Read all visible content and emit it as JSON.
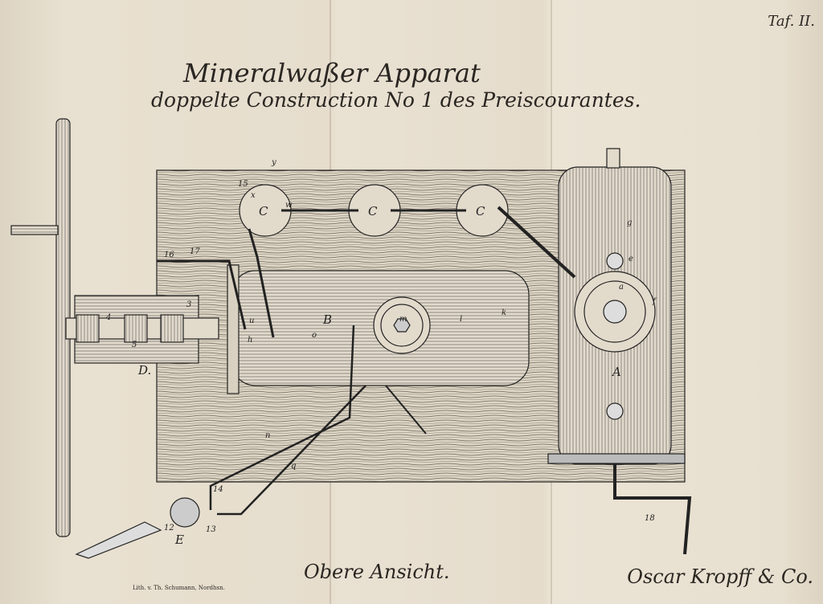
{
  "plate_number": "Taf. II.",
  "title": {
    "line1": "Mineralwaßer Apparat",
    "line2": "doppelte Construction No 1 des Preiscourantes."
  },
  "caption": "Obere Ansicht.",
  "lithographer": "Lith. v. Th. Schumann, Nordhsn.",
  "maker_signature": "Oscar Kropff & Co.",
  "part_labels": {
    "A": "A",
    "B": "B",
    "C": "C",
    "D": "D.",
    "E": "E",
    "m": "m",
    "n": "n",
    "q": "q",
    "l": "l",
    "k": "k",
    "o": "o",
    "e": "e",
    "a": "a",
    "f": "f",
    "g": "g",
    "h": "h",
    "u": "u",
    "w": "w",
    "x": "x",
    "y": "y",
    "n13": "13",
    "n14": "14",
    "n15": "15",
    "n16": "16",
    "n17": "17",
    "n18": "18",
    "n3": "3",
    "n4": "4",
    "n5": "5",
    "n12": "12"
  },
  "colors": {
    "paper": "#e4dccc",
    "ink": "#222222"
  }
}
